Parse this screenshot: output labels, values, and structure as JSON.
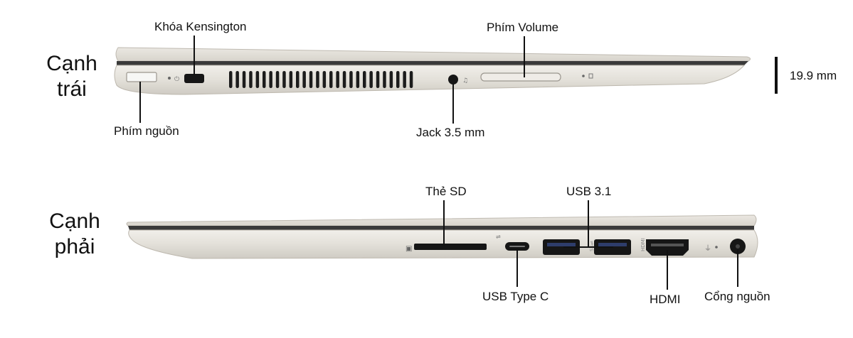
{
  "left_side": {
    "title_line1": "Cạnh",
    "title_line2": "trái",
    "labels": {
      "kensington": "Khóa Kensington",
      "volume": "Phím Volume",
      "power_button": "Phím nguồn",
      "audio_jack": "Jack 3.5 mm"
    },
    "thickness_label": "19.9 mm"
  },
  "right_side": {
    "title_line1": "Cạnh",
    "title_line2": "phải",
    "labels": {
      "sd_card": "Thẻ SD",
      "usb31": "USB 3.1",
      "usb_type_c": "USB Type C",
      "hdmi": "HDMI",
      "power_port": "Cổng nguồn"
    }
  },
  "colors": {
    "chassis": "#e4e1db",
    "chassis_edge": "#c9c5bd",
    "hinge_dark": "#2c2c2c",
    "port_black": "#161616",
    "text": "#111111"
  }
}
